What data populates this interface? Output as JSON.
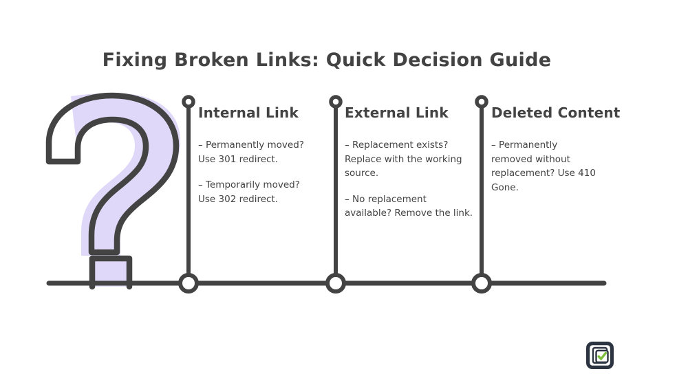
{
  "page": {
    "title": "Fixing Broken Links: Quick Decision Guide",
    "background_color": "#ffffff",
    "ink_color": "#434343",
    "accent_color": "#E0D8F8",
    "check_color": "#7DBF3C"
  },
  "decorations": {
    "question_mark_label": "?",
    "question_mark_fill": "#E0D8F8",
    "question_mark_stroke": "#434343",
    "baseline_label": "timeline-baseline"
  },
  "columns": [
    {
      "id": "internal-link",
      "header": "Internal Link",
      "items": [
        "– Permanently moved?\nUse 301 redirect.",
        "– Temporarily moved?\nUse 302 redirect."
      ]
    },
    {
      "id": "external-link",
      "header": "External Link",
      "items": [
        "– Replacement exists?\nReplace with the working\nsource.",
        "– No replacement\navailable? Remove the link."
      ]
    },
    {
      "id": "deleted-content",
      "header": "Deleted Content",
      "items": [
        "– Permanently\nremoved without\nreplacement? Use 410\nGone."
      ]
    }
  ],
  "logo": {
    "name": "checklist-badge",
    "frame_color": "#2B3440",
    "card_color": "#ffffff",
    "check_color": "#7DBF3C"
  }
}
